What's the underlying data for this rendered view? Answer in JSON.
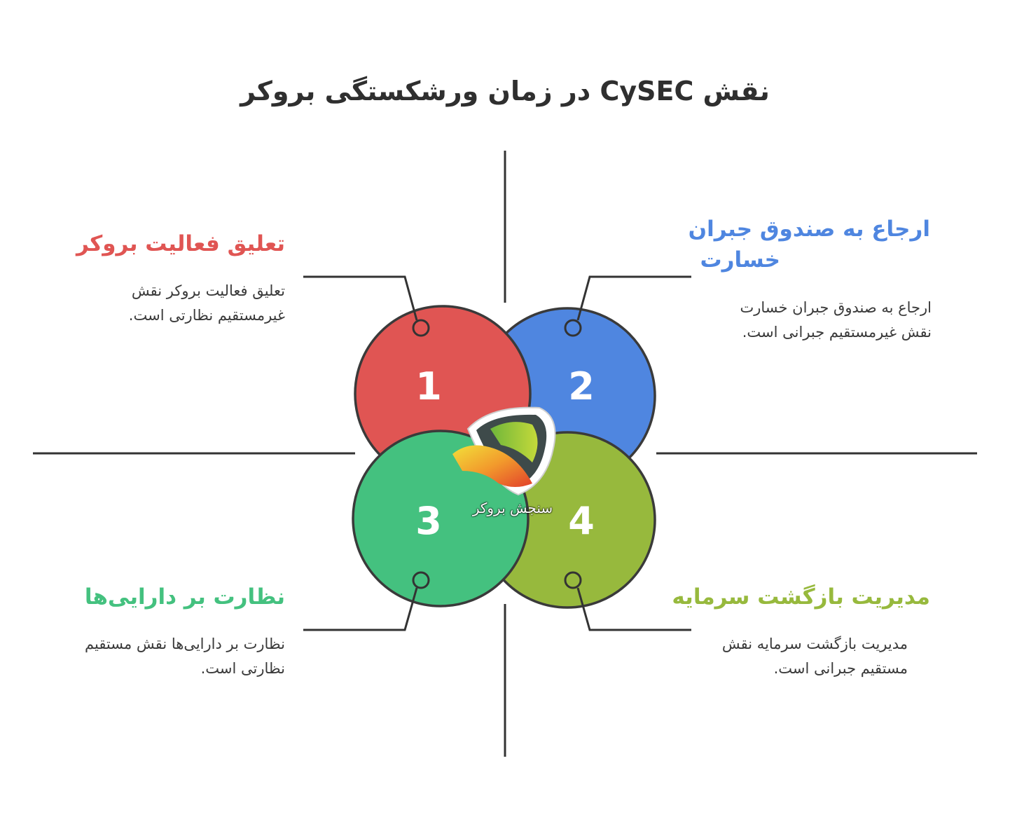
{
  "title": "نقش CySEC در زمان ورشکستگی بروکر",
  "colors": {
    "red": "#e05553",
    "blue": "#4f86e0",
    "green": "#44c17f",
    "olive": "#97b93d",
    "outline": "#3a3a3a",
    "line": "#333333"
  },
  "items": [
    {
      "number": "1",
      "heading": "تعلیق فعالیت بروکر",
      "desc": [
        "تعلیق فعالیت بروکر نقش",
        "غیرمستقیم نظارتی است."
      ]
    },
    {
      "number": "2",
      "heading": [
        "ارجاع به صندوق جبران",
        "خسارت"
      ],
      "desc": [
        "ارجاع به صندوق جبران خسارت",
        "نقش غیرمستقیم جبرانی است."
      ]
    },
    {
      "number": "3",
      "heading": "نظارت بر دارایی‌ها",
      "desc": [
        "نظارت بر دارایی‌ها نقش مستقیم",
        "نظارتی است."
      ]
    },
    {
      "number": "4",
      "heading": "مدیریت بازگشت سرمایه",
      "desc": [
        "مدیریت بازگشت سرمایه نقش",
        "مستقیم جبرانی است."
      ]
    }
  ],
  "logo": {
    "text": "سنجش بروکر",
    "icon": "bull-shield-logo"
  }
}
